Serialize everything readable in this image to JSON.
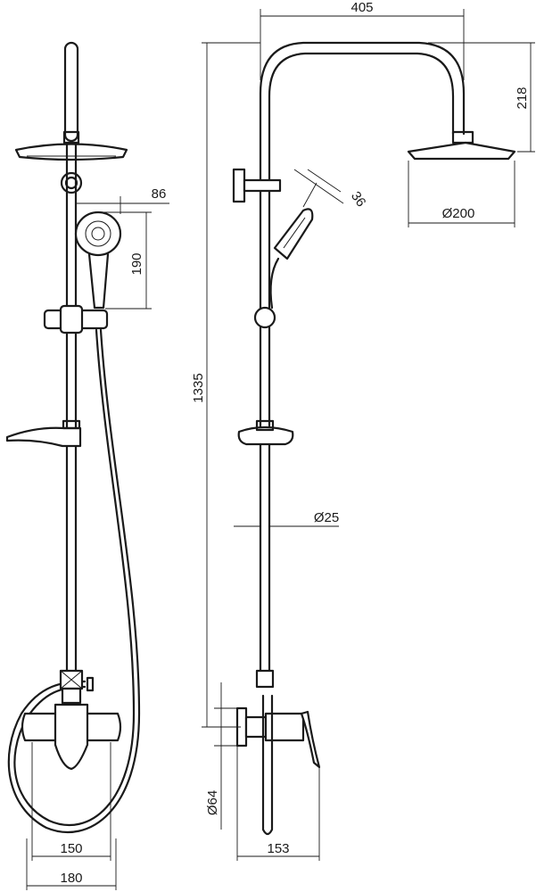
{
  "colors": {
    "line": "#1a1a1a",
    "background": "#ffffff"
  },
  "dimensions": {
    "top_width": "405",
    "head_drop": "218",
    "head_diameter": "Ø200",
    "handshower_angle": "36",
    "total_height": "1335",
    "rail_diameter": "Ø25",
    "mixer_diameter": "Ø64",
    "mixer_depth": "153",
    "handshower_width": "86",
    "handshower_height": "190",
    "spacing_inner": "150",
    "spacing_outer": "180"
  }
}
